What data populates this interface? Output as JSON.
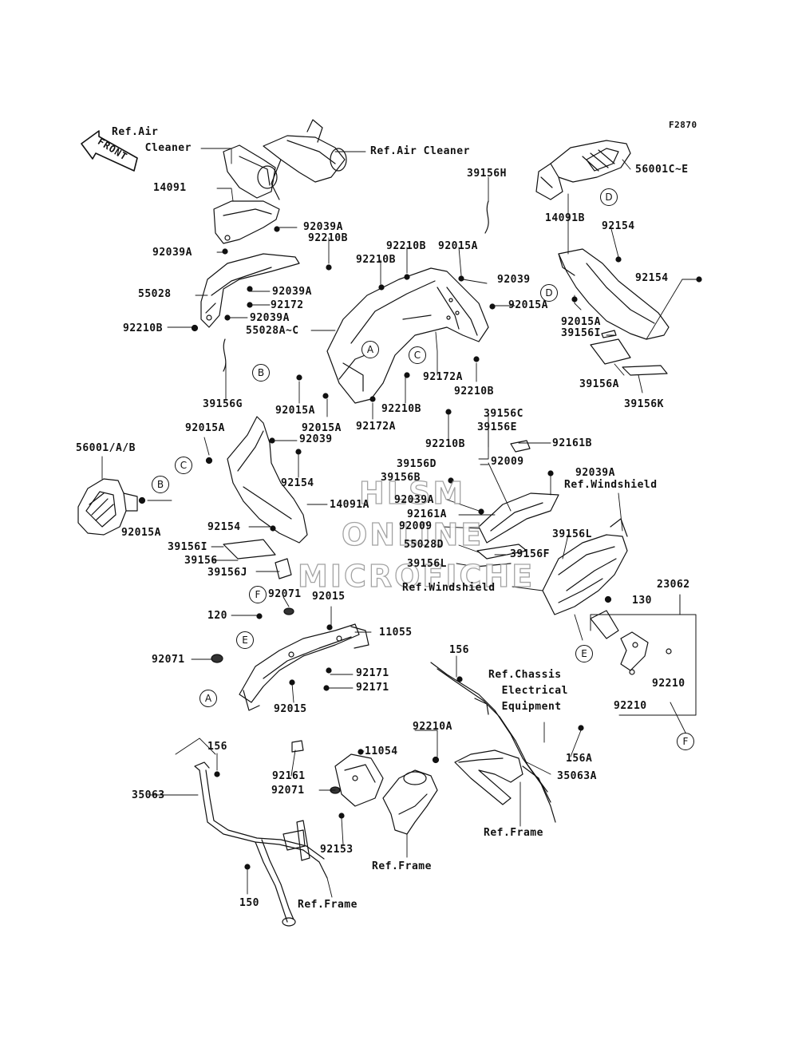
{
  "figure_code": "F2870",
  "front_label": "FRONT",
  "watermark": [
    "HLSM",
    "ONLINE",
    "MICROFICHE"
  ],
  "callouts": {
    "a": "A",
    "b": "B",
    "c": "C",
    "d": "D",
    "e": "E",
    "f": "F"
  },
  "labels": {
    "ref_air_cleaner_left": "Ref.Air\n     Cleaner",
    "ref_air_cleaner_right": "Ref.Air Cleaner",
    "p39156H": "39156H",
    "p56001CE": "56001C~E",
    "p14091": "14091",
    "p92039A_1": "92039A",
    "p92210B_1": "92210B",
    "p92039A_2": "92039A",
    "p92210B_2": "92210B",
    "p92015A_1": "92015A",
    "p14091B": "14091B",
    "p92154_1": "92154",
    "p55028": "55028",
    "p92210B_3": "92210B",
    "p92039A_3": "92039A",
    "p92039_1": "92039",
    "p92154_2": "92154",
    "p92172_1": "92172",
    "p92015A_2": "92015A",
    "p92039A_4": "92039A",
    "p92015A_3": "92015A",
    "p92210B_4": "92210B",
    "p55028AC": "55028A~C",
    "p39156I_1": "39156I",
    "p92172A_1": "92172A",
    "p92210B_5": "92210B",
    "p39156A": "39156A",
    "p39156G": "39156G",
    "p39156K": "39156K",
    "p92015A_4": "92015A",
    "p92210B_6": "92210B",
    "p92015A_5": "92015A",
    "p92172A_2": "92172A",
    "p39156C": "39156C",
    "p92015A_6": "92015A",
    "p92039_2": "92039",
    "p39156E": "39156E",
    "p92210B_7": "92210B",
    "p56001AB": "56001/A/B",
    "p92161B": "92161B",
    "p92009_1": "92009",
    "p39156D": "39156D",
    "p92039A_5": "92039A",
    "p92154_3": "92154",
    "p39156B": "39156B",
    "ref_windshield_1": "Ref.Windshield",
    "p92039A_6": "92039A",
    "p92015A_7": "92015A",
    "p14091A": "14091A",
    "p92161A": "92161A",
    "p92009_2": "92009",
    "p39156L_1": "39156L",
    "p92154_4": "92154",
    "p55028D": "55028D",
    "p39156I_2": "39156I",
    "p39156F": "39156F",
    "p39156": "39156",
    "p39156L_2": "39156L",
    "p39156J": "39156J",
    "ref_windshield_2": "Ref.Windshield",
    "p92071_1": "92071",
    "p92015_1": "92015",
    "p23062": "23062",
    "p130": "130",
    "p120": "120",
    "p11055": "11055",
    "p156_1": "156",
    "p92071_2": "92071",
    "p92171_1": "92171",
    "ref_chassis": "Ref.Chassis\n  Electrical\n  Equipment",
    "p92171_2": "92171",
    "p92210_1": "92210",
    "p92015_2": "92015",
    "p92210_2": "92210",
    "p92210A": "92210A",
    "p156_2": "156",
    "p11054": "11054",
    "p156A": "156A",
    "p92161": "92161",
    "p35063A": "35063A",
    "p35063": "35063",
    "p92071_3": "92071",
    "ref_frame_1": "Ref.Frame",
    "p92153": "92153",
    "ref_frame_2": "Ref.Frame",
    "p150": "150",
    "ref_frame_3": "Ref.Frame"
  }
}
